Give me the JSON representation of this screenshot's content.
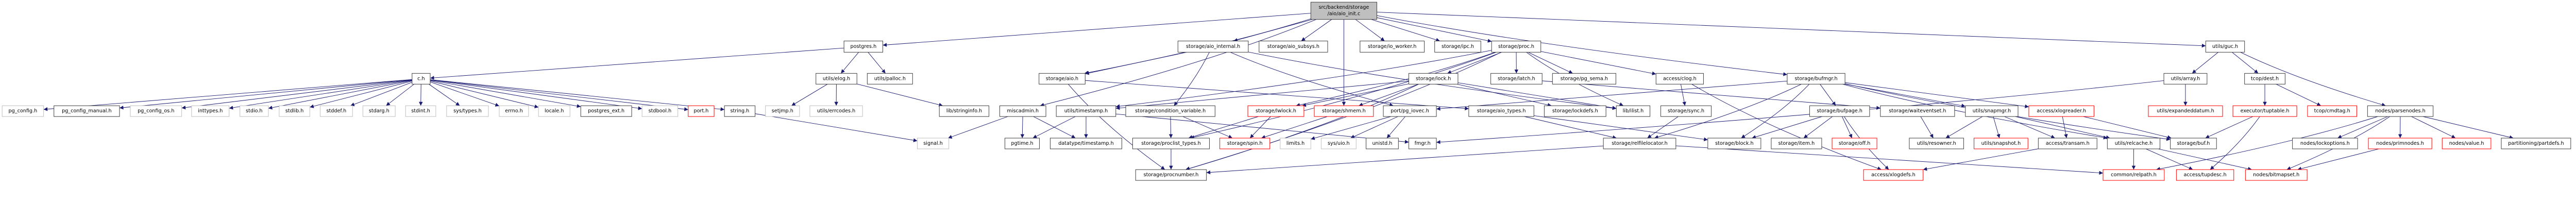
{
  "colors": {
    "edge": "#191970",
    "documented_border": "#404040",
    "external_border": "#bfbfbf",
    "truncated_border": "#ff0000",
    "root_fill": "#bfbfbf",
    "node_fill": "#ffffff"
  },
  "root": {
    "id": "root",
    "lines": [
      "src/backend/storage",
      "/aio/aio_init.c"
    ]
  },
  "nodes": [
    {
      "id": "postgres",
      "label": "postgres.h",
      "kind": "documented"
    },
    {
      "id": "aio_internal",
      "label": "storage/aio_internal.h",
      "kind": "documented"
    },
    {
      "id": "aio_subsys",
      "label": "storage/aio_subsys.h",
      "kind": "documented"
    },
    {
      "id": "io_worker",
      "label": "storage/io_worker.h",
      "kind": "documented"
    },
    {
      "id": "ipc",
      "label": "storage/ipc.h",
      "kind": "documented"
    },
    {
      "id": "proc",
      "label": "storage/proc.h",
      "kind": "documented"
    },
    {
      "id": "guc",
      "label": "utils/guc.h",
      "kind": "documented"
    },
    {
      "id": "c",
      "label": "c.h",
      "kind": "documented"
    },
    {
      "id": "elog",
      "label": "utils/elog.h",
      "kind": "documented"
    },
    {
      "id": "palloc",
      "label": "utils/palloc.h",
      "kind": "documented"
    },
    {
      "id": "aio",
      "label": "storage/aio.h",
      "kind": "documented"
    },
    {
      "id": "lock",
      "label": "storage/lock.h",
      "kind": "documented"
    },
    {
      "id": "latch",
      "label": "storage/latch.h",
      "kind": "documented"
    },
    {
      "id": "pg_sema",
      "label": "storage/pg_sema.h",
      "kind": "documented"
    },
    {
      "id": "clog",
      "label": "access/clog.h",
      "kind": "documented"
    },
    {
      "id": "bufmgr",
      "label": "storage/bufmgr.h",
      "kind": "documented"
    },
    {
      "id": "array",
      "label": "utils/array.h",
      "kind": "documented"
    },
    {
      "id": "dest",
      "label": "tcop/dest.h",
      "kind": "documented"
    },
    {
      "id": "pg_config",
      "label": "pg_config.h",
      "kind": "external"
    },
    {
      "id": "pg_config_manual",
      "label": "pg_config_manual.h",
      "kind": "documented"
    },
    {
      "id": "pg_config_os",
      "label": "pg_config_os.h",
      "kind": "external"
    },
    {
      "id": "inttypes",
      "label": "inttypes.h",
      "kind": "external"
    },
    {
      "id": "stdio",
      "label": "stdio.h",
      "kind": "external"
    },
    {
      "id": "stdlib",
      "label": "stdlib.h",
      "kind": "external"
    },
    {
      "id": "stddef",
      "label": "stddef.h",
      "kind": "external"
    },
    {
      "id": "stdarg",
      "label": "stdarg.h",
      "kind": "external"
    },
    {
      "id": "stdint",
      "label": "stdint.h",
      "kind": "external"
    },
    {
      "id": "systypes",
      "label": "sys/types.h",
      "kind": "external"
    },
    {
      "id": "errno",
      "label": "errno.h",
      "kind": "external"
    },
    {
      "id": "locale",
      "label": "locale.h",
      "kind": "external"
    },
    {
      "id": "postgres_ext",
      "label": "postgres_ext.h",
      "kind": "documented"
    },
    {
      "id": "stdbool",
      "label": "stdbool.h",
      "kind": "external"
    },
    {
      "id": "port",
      "label": "port.h",
      "kind": "truncated"
    },
    {
      "id": "string",
      "label": "string.h",
      "kind": "documented"
    },
    {
      "id": "setjmp",
      "label": "setjmp.h",
      "kind": "external"
    },
    {
      "id": "errcodes",
      "label": "utils/errcodes.h",
      "kind": "external"
    },
    {
      "id": "stringinfo",
      "label": "lib/stringinfo.h",
      "kind": "documented"
    },
    {
      "id": "miscadmin",
      "label": "miscadmin.h",
      "kind": "documented"
    },
    {
      "id": "utimestamp",
      "label": "utils/timestamp.h",
      "kind": "documented"
    },
    {
      "id": "condvar",
      "label": "storage/condition_variable.h",
      "kind": "documented"
    },
    {
      "id": "lwlock",
      "label": "storage/lwlock.h",
      "kind": "truncated"
    },
    {
      "id": "shmem",
      "label": "storage/shmem.h",
      "kind": "truncated"
    },
    {
      "id": "pg_iovec",
      "label": "port/pg_iovec.h",
      "kind": "documented"
    },
    {
      "id": "aio_types",
      "label": "storage/aio_types.h",
      "kind": "documented"
    },
    {
      "id": "lockdefs",
      "label": "storage/lockdefs.h",
      "kind": "documented"
    },
    {
      "id": "ilist",
      "label": "lib/ilist.h",
      "kind": "documented"
    },
    {
      "id": "sync",
      "label": "storage/sync.h",
      "kind": "documented"
    },
    {
      "id": "bufpage",
      "label": "storage/bufpage.h",
      "kind": "documented"
    },
    {
      "id": "waiteventset",
      "label": "storage/waiteventset.h",
      "kind": "documented"
    },
    {
      "id": "snapmgr",
      "label": "utils/snapmgr.h",
      "kind": "documented"
    },
    {
      "id": "xlogreader",
      "label": "access/xlogreader.h",
      "kind": "truncated"
    },
    {
      "id": "expandeddatum",
      "label": "utils/expandeddatum.h",
      "kind": "truncated"
    },
    {
      "id": "tuptable",
      "label": "executor/tuptable.h",
      "kind": "truncated"
    },
    {
      "id": "cmdtag",
      "label": "tcop/cmdtag.h",
      "kind": "truncated"
    },
    {
      "id": "parsenodes",
      "label": "nodes/parsenodes.h",
      "kind": "documented"
    },
    {
      "id": "signal",
      "label": "signal.h",
      "kind": "external"
    },
    {
      "id": "pgtime",
      "label": "pgtime.h",
      "kind": "documented"
    },
    {
      "id": "dtimestamp",
      "label": "datatype/timestamp.h",
      "kind": "documented"
    },
    {
      "id": "proclist_types",
      "label": "storage/proclist_types.h",
      "kind": "documented"
    },
    {
      "id": "spin",
      "label": "storage/spin.h",
      "kind": "truncated"
    },
    {
      "id": "limits",
      "label": "limits.h",
      "kind": "external"
    },
    {
      "id": "sysuio",
      "label": "sys/uio.h",
      "kind": "external"
    },
    {
      "id": "unistd",
      "label": "unistd.h",
      "kind": "documented"
    },
    {
      "id": "fmgr",
      "label": "fmgr.h",
      "kind": "documented"
    },
    {
      "id": "relfilelocator",
      "label": "storage/relfilelocator.h",
      "kind": "documented"
    },
    {
      "id": "block",
      "label": "storage/block.h",
      "kind": "documented"
    },
    {
      "id": "item",
      "label": "storage/item.h",
      "kind": "documented"
    },
    {
      "id": "off",
      "label": "storage/off.h",
      "kind": "truncated"
    },
    {
      "id": "resowner",
      "label": "utils/resowner.h",
      "kind": "documented"
    },
    {
      "id": "snapshot",
      "label": "utils/snapshot.h",
      "kind": "truncated"
    },
    {
      "id": "transam",
      "label": "access/transam.h",
      "kind": "documented"
    },
    {
      "id": "relcache",
      "label": "utils/relcache.h",
      "kind": "documented"
    },
    {
      "id": "buf",
      "label": "storage/buf.h",
      "kind": "documented"
    },
    {
      "id": "lockoptions",
      "label": "nodes/lockoptions.h",
      "kind": "documented"
    },
    {
      "id": "primnodes",
      "label": "nodes/primnodes.h",
      "kind": "truncated"
    },
    {
      "id": "value",
      "label": "nodes/value.h",
      "kind": "truncated"
    },
    {
      "id": "partdefs",
      "label": "partitioning/partdefs.h",
      "kind": "documented"
    },
    {
      "id": "procnumber",
      "label": "storage/procnumber.h",
      "kind": "documented"
    },
    {
      "id": "xlogdefs",
      "label": "access/xlogdefs.h",
      "kind": "truncated"
    },
    {
      "id": "relpath",
      "label": "common/relpath.h",
      "kind": "truncated"
    },
    {
      "id": "tupdesc",
      "label": "access/tupdesc.h",
      "kind": "truncated"
    },
    {
      "id": "bitmapset",
      "label": "nodes/bitmapset.h",
      "kind": "truncated"
    }
  ],
  "edges": [
    [
      "root",
      "postgres"
    ],
    [
      "root",
      "aio_internal"
    ],
    [
      "root",
      "aio_subsys"
    ],
    [
      "root",
      "io_worker"
    ],
    [
      "root",
      "ipc"
    ],
    [
      "root",
      "proc"
    ],
    [
      "root",
      "guc"
    ],
    [
      "root",
      "shmem"
    ],
    [
      "root",
      "miscadmin"
    ],
    [
      "root",
      "aio"
    ],
    [
      "root",
      "bufmgr"
    ],
    [
      "postgres",
      "c"
    ],
    [
      "postgres",
      "elog"
    ],
    [
      "postgres",
      "palloc"
    ],
    [
      "c",
      "pg_config"
    ],
    [
      "c",
      "pg_config_manual"
    ],
    [
      "c",
      "pg_config_os"
    ],
    [
      "c",
      "inttypes"
    ],
    [
      "c",
      "stdio"
    ],
    [
      "c",
      "stdlib"
    ],
    [
      "c",
      "stddef"
    ],
    [
      "c",
      "stdarg"
    ],
    [
      "c",
      "stdint"
    ],
    [
      "c",
      "systypes"
    ],
    [
      "c",
      "errno"
    ],
    [
      "c",
      "locale"
    ],
    [
      "c",
      "postgres_ext"
    ],
    [
      "c",
      "stdbool"
    ],
    [
      "c",
      "port"
    ],
    [
      "c",
      "string"
    ],
    [
      "string",
      "signal"
    ],
    [
      "elog",
      "setjmp"
    ],
    [
      "elog",
      "errcodes"
    ],
    [
      "elog",
      "stringinfo"
    ],
    [
      "aio_internal",
      "aio"
    ],
    [
      "aio_internal",
      "condvar"
    ],
    [
      "aio_internal",
      "pg_iovec"
    ],
    [
      "aio_internal",
      "ilist"
    ],
    [
      "aio",
      "procnumber"
    ],
    [
      "aio",
      "aio_types"
    ],
    [
      "miscadmin",
      "signal"
    ],
    [
      "miscadmin",
      "pgtime"
    ],
    [
      "miscadmin",
      "dtimestamp"
    ],
    [
      "utimestamp",
      "pgtime"
    ],
    [
      "utimestamp",
      "dtimestamp"
    ],
    [
      "utimestamp",
      "fmgr"
    ],
    [
      "condvar",
      "proclist_types"
    ],
    [
      "condvar",
      "spin"
    ],
    [
      "lwlock",
      "proclist_types"
    ],
    [
      "lwlock",
      "spin"
    ],
    [
      "proclist_types",
      "procnumber"
    ],
    [
      "shmem",
      "spin"
    ],
    [
      "pg_iovec",
      "limits"
    ],
    [
      "pg_iovec",
      "sysuio"
    ],
    [
      "pg_iovec",
      "unistd"
    ],
    [
      "proc",
      "lock"
    ],
    [
      "proc",
      "latch"
    ],
    [
      "proc",
      "pg_sema"
    ],
    [
      "proc",
      "clog"
    ],
    [
      "proc",
      "ilist"
    ],
    [
      "proc",
      "proclist_types"
    ],
    [
      "proc",
      "procnumber"
    ],
    [
      "proc",
      "utimestamp"
    ],
    [
      "proc",
      "lwlock"
    ],
    [
      "lock",
      "lwlock"
    ],
    [
      "lock",
      "shmem"
    ],
    [
      "lock",
      "lockdefs"
    ],
    [
      "lock",
      "ilist"
    ],
    [
      "lock",
      "procnumber"
    ],
    [
      "lock",
      "utimestamp"
    ],
    [
      "latch",
      "waiteventset"
    ],
    [
      "clog",
      "sync"
    ],
    [
      "clog",
      "xlogdefs"
    ],
    [
      "sync",
      "relfilelocator"
    ],
    [
      "aio_types",
      "relfilelocator"
    ],
    [
      "aio_types",
      "block"
    ],
    [
      "relfilelocator",
      "relpath"
    ],
    [
      "relfilelocator",
      "procnumber"
    ],
    [
      "bufmgr",
      "bufpage"
    ],
    [
      "bufmgr",
      "block"
    ],
    [
      "bufmgr",
      "relfilelocator"
    ],
    [
      "bufmgr",
      "snapmgr"
    ],
    [
      "bufmgr",
      "xlogreader"
    ],
    [
      "bufmgr",
      "relcache"
    ],
    [
      "bufmgr",
      "buf"
    ],
    [
      "bufmgr",
      "pg_iovec"
    ],
    [
      "bufpage",
      "block"
    ],
    [
      "bufpage",
      "item"
    ],
    [
      "bufpage",
      "off"
    ],
    [
      "bufpage",
      "xlogdefs"
    ],
    [
      "waiteventset",
      "resowner"
    ],
    [
      "snapmgr",
      "resowner"
    ],
    [
      "snapmgr",
      "snapshot"
    ],
    [
      "snapmgr",
      "transam"
    ],
    [
      "snapmgr",
      "relcache"
    ],
    [
      "xlogreader",
      "transam"
    ],
    [
      "xlogreader",
      "buf"
    ],
    [
      "transam",
      "xlogdefs"
    ],
    [
      "relcache",
      "relpath"
    ],
    [
      "relcache",
      "tupdesc"
    ],
    [
      "relcache",
      "bitmapset"
    ],
    [
      "guc",
      "array"
    ],
    [
      "guc",
      "dest"
    ],
    [
      "guc",
      "parsenodes"
    ],
    [
      "array",
      "expandeddatum"
    ],
    [
      "array",
      "fmgr"
    ],
    [
      "dest",
      "tuptable"
    ],
    [
      "dest",
      "cmdtag"
    ],
    [
      "tuptable",
      "buf"
    ],
    [
      "tuptable",
      "tupdesc"
    ],
    [
      "parsenodes",
      "lockoptions"
    ],
    [
      "parsenodes",
      "primnodes"
    ],
    [
      "parsenodes",
      "value"
    ],
    [
      "parsenodes",
      "partdefs"
    ],
    [
      "parsenodes",
      "bitmapset"
    ],
    [
      "parsenodes",
      "relpath"
    ],
    [
      "primnodes",
      "bitmapset"
    ]
  ]
}
